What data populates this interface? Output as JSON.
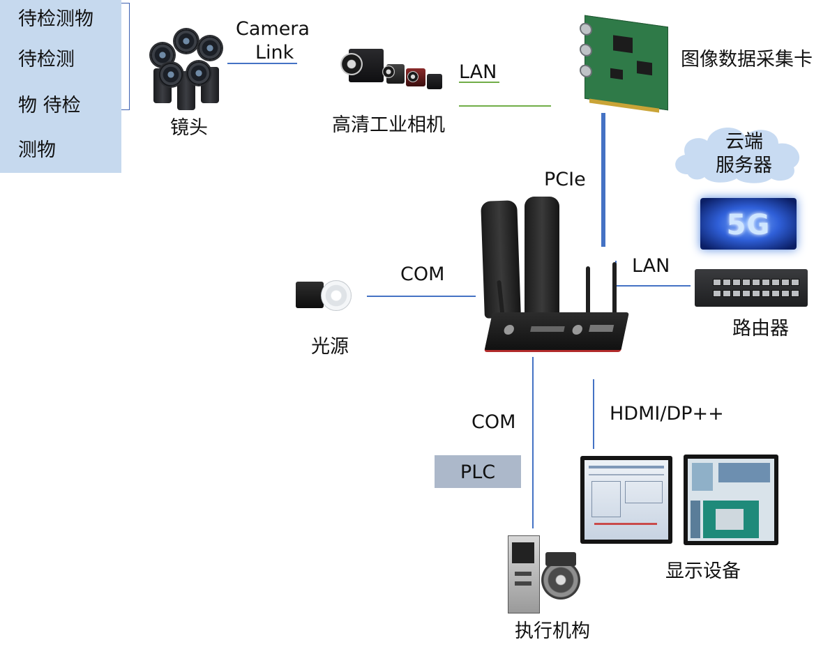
{
  "dut": {
    "lines": [
      "待检测物",
      "待检测",
      "物 待检",
      "测物"
    ]
  },
  "lens": {
    "label": "镜头"
  },
  "camera_link": {
    "line1": "Camera",
    "line2": "Link"
  },
  "camera": {
    "label": "高清工业相机"
  },
  "lan_top": {
    "label": "LAN"
  },
  "capture_card": {
    "label": "图像数据采集卡"
  },
  "cloud": {
    "line1": "云端",
    "line2": "服务器"
  },
  "five_g": {
    "label": "5G"
  },
  "pcie": {
    "label": "PCIe"
  },
  "lan_right": {
    "label": "LAN"
  },
  "router": {
    "label": "路由器"
  },
  "com_left": {
    "label": "COM"
  },
  "light_source": {
    "label": "光源"
  },
  "com_bottom": {
    "label": "COM"
  },
  "plc": {
    "label": "PLC"
  },
  "hdmi": {
    "label": "HDMI/DP++"
  },
  "display": {
    "label": "显示设备"
  },
  "actuator": {
    "label": "执行机构"
  },
  "colors": {
    "panel_bg": "#c6d9ee",
    "link_blue": "#4472c4",
    "lan_green": "#70ad47",
    "plc_bg": "#acb8ca"
  }
}
